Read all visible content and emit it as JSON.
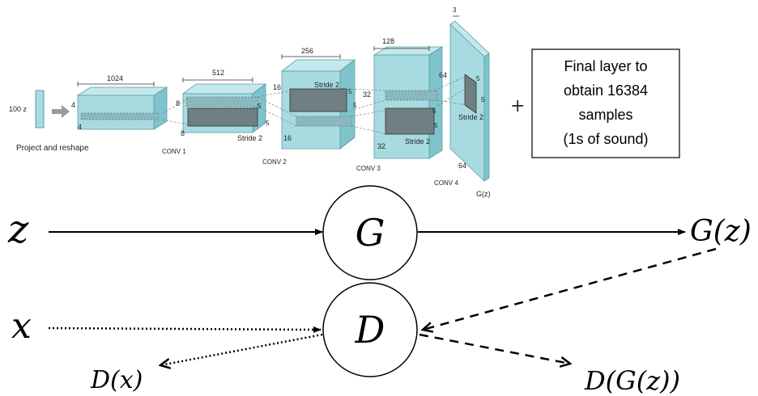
{
  "architecture": {
    "input_label": "100 z",
    "project_label": "Project and reshape",
    "layers": [
      {
        "top": "1024",
        "side_a": "4",
        "side_b": "4",
        "conv": ""
      },
      {
        "top": "512",
        "side_a": "8",
        "side_b": "8",
        "kernel_a": "5",
        "kernel_b": "5",
        "stride": "Stride 2",
        "conv": "CONV 1"
      },
      {
        "top": "256",
        "side_a": "16",
        "side_b": "16",
        "kernel_a": "5",
        "kernel_b": "5",
        "stride": "Stride 2",
        "conv": "CONV 2"
      },
      {
        "top": "128",
        "side_a": "32",
        "side_b": "32",
        "kernel_a": "5",
        "kernel_b": "5",
        "stride": "Stride 2",
        "conv": "CONV 3"
      },
      {
        "top": "3",
        "side_a": "64",
        "side_b": "64",
        "kernel_a": "5",
        "kernel_b": "5",
        "stride": "Stride 2",
        "conv": "CONV 4",
        "output": "G(z)"
      }
    ],
    "plus": "+",
    "final_box_lines": [
      "Final layer to",
      "obtain 16384",
      "samples",
      "(1s of sound)"
    ]
  },
  "gan": {
    "z": "z",
    "x": "x",
    "G": "G",
    "D": "D",
    "Gz": "G(z)",
    "Dx": "D(x)",
    "DGz": "D(G(z))"
  },
  "colors": {
    "block_front": "#a8dbe0",
    "block_top": "#c4e8ec",
    "block_side": "#7fc4cc",
    "inner": "#6f7f82",
    "line": "#000000"
  }
}
